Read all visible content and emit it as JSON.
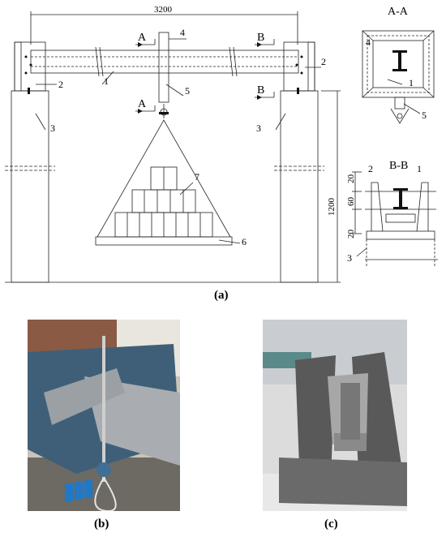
{
  "dimensions": {
    "span": "3200",
    "height": "1200",
    "d20_top": "20",
    "d60": "60",
    "d20_bottom": "20"
  },
  "section_marks": {
    "a": "A",
    "b": "B"
  },
  "section_titles": {
    "aa": "A-A",
    "bb": "B-B"
  },
  "callouts": {
    "n1": "1",
    "n2": "2",
    "n3": "3",
    "n4": "4",
    "n5": "5",
    "n6": "6",
    "n7": "7"
  },
  "captions": {
    "a": "(a)",
    "b": "(b)",
    "c": "(c)"
  },
  "colors": {
    "line": "#222222",
    "photo_b_bg": "#c9c4b8",
    "photo_c_bg": "#dcdcdc",
    "steel_blue": "#3f5f78",
    "steel_grey": "#595959"
  }
}
